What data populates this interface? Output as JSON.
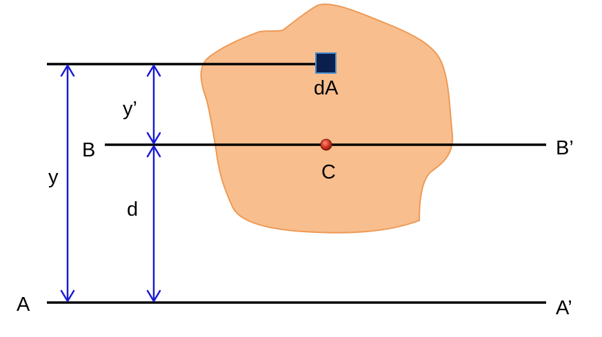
{
  "diagram": {
    "labels": {
      "y_prime": "y’",
      "y": "y",
      "d": "d",
      "B": "B",
      "B_prime": "B’",
      "A": "A",
      "A_prime": "A’",
      "dA": "dA",
      "C": "C"
    },
    "colors": {
      "blob_fill": "#f8be8e",
      "blob_stroke": "#ee9955",
      "line": "#000000",
      "arrow": "#1a1ad6",
      "element_fill": "#0a1f4e",
      "element_stroke": "#4a8fcf",
      "centroid": "#cc2a1a"
    }
  }
}
